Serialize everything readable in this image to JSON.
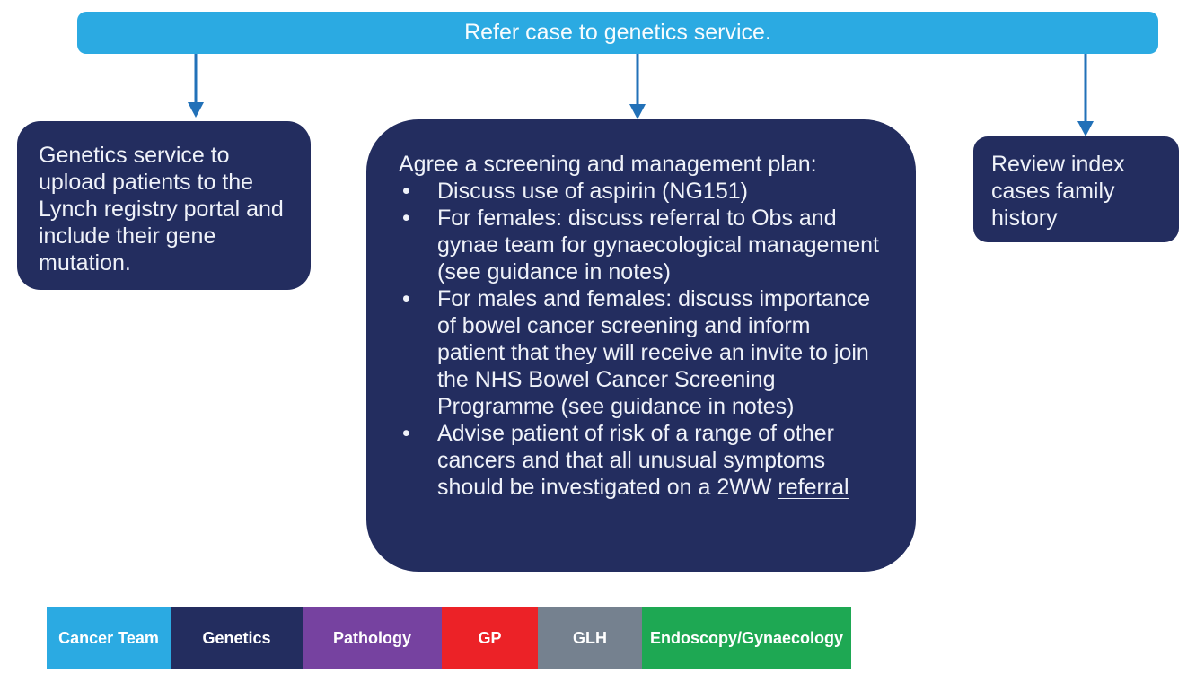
{
  "banner": {
    "label": "Refer case to genetics service.",
    "bg_color": "#2BAAE2"
  },
  "nodes": {
    "genetics_upload": {
      "text": "Genetics service to upload patients to the Lynch registry portal and include their gene mutation."
    },
    "screening_plan": {
      "intro": "Agree a screening and management plan:",
      "bullets": [
        {
          "text": "Discuss use of aspirin (NG151)",
          "link": ""
        },
        {
          "text": "For females: discuss referral to Obs and gynae team for gynaecological management (see guidance in notes)",
          "link": ""
        },
        {
          "text": "For males and females: discuss importance of bowel cancer screening and inform patient that they will receive an invite to join the NHS Bowel Cancer Screening Programme (see guidance in notes)",
          "link": ""
        },
        {
          "text": "Advise patient of risk of a range of other cancers and that all unusual symptoms should be investigated on a 2WW ",
          "link": "referral"
        }
      ]
    },
    "review_history": {
      "text": "Review index cases family history"
    }
  },
  "legend": {
    "items": [
      {
        "label": "Cancer Team",
        "color": "#2BAAE2"
      },
      {
        "label": "Genetics",
        "color": "#232D5F"
      },
      {
        "label": "Pathology",
        "color": "#7642A0"
      },
      {
        "label": "GP",
        "color": "#EC2227"
      },
      {
        "label": "GLH",
        "color": "#75818F"
      },
      {
        "label": "Endoscopy/Gynaecology",
        "color": "#1EA853"
      }
    ]
  },
  "colors": {
    "node_navy": "#232D5F",
    "arrow_blue": "#2271B8",
    "background": "#FFFFFF"
  }
}
